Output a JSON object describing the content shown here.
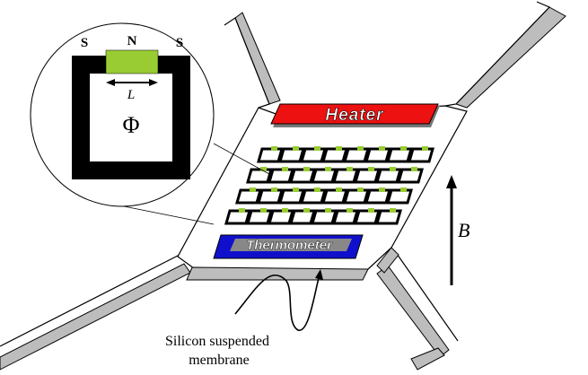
{
  "labels": {
    "heater": "Heater",
    "thermometer": "Thermometer",
    "field": "B",
    "membrane_line1": "Silicon suspended",
    "membrane_line2": "membrane",
    "flux": "Φ",
    "length": "L",
    "s_left": "S",
    "n_center": "N",
    "s_right": "S"
  },
  "colors": {
    "heater": "#ee1111",
    "thermometer": "#1010cc",
    "junction": "#99cc33",
    "ring": "#000000",
    "membrane_shadow": "#bdbdbd"
  },
  "ring_array": {
    "rows": 4,
    "columns": 8
  }
}
